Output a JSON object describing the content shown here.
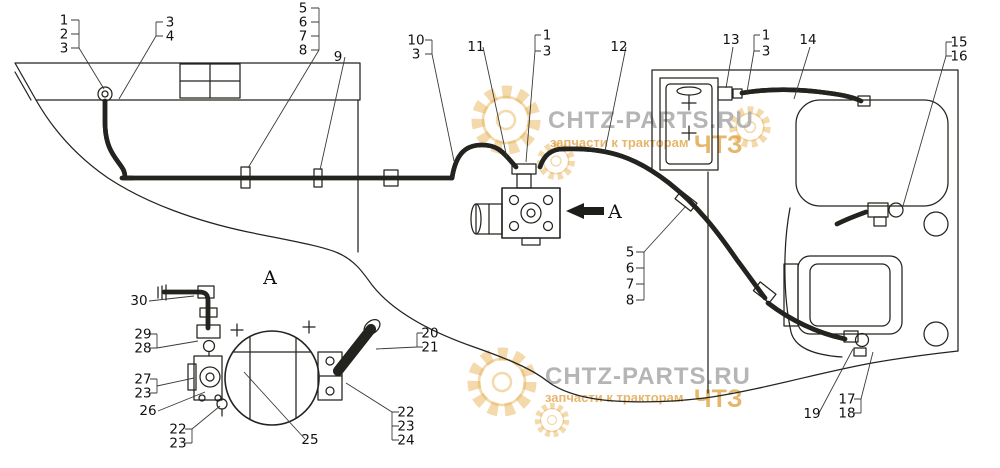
{
  "figure": {
    "background": "#ffffff",
    "line_color": "#23231f",
    "accent_color": "#dc9a33",
    "watermark_gray": "#a9a9a9"
  },
  "view_labels": {
    "arrow": "A",
    "detail": "A"
  },
  "callouts": [
    "1",
    "2",
    "3",
    "3",
    "4",
    "5",
    "6",
    "7",
    "8",
    "9",
    "10",
    "3",
    "11",
    "1",
    "3",
    "12",
    "13",
    "1",
    "3",
    "14",
    "15",
    "16",
    "5",
    "6",
    "7",
    "8",
    "30",
    "29",
    "28",
    "27",
    "23",
    "26",
    "22",
    "23",
    "25",
    "20",
    "21",
    "22",
    "23",
    "24",
    "19",
    "17",
    "18"
  ],
  "watermark": {
    "brand": "CHTZ-PARTS.RU",
    "tagline": "запчасти к тракторам",
    "logo_short": "ЧТЗ"
  }
}
